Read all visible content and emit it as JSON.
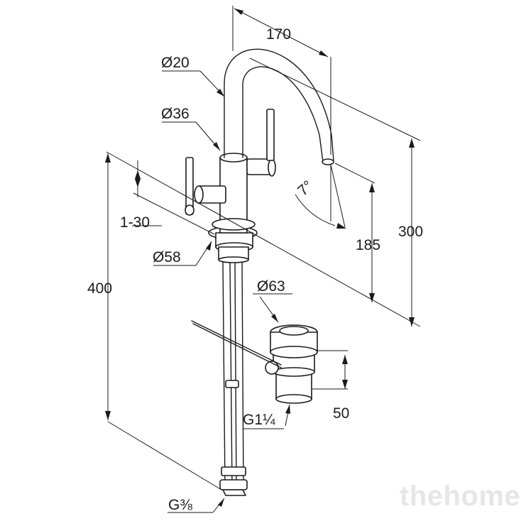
{
  "dimensions": {
    "spout_reach": "170",
    "spout_diameter": "Ø20",
    "body_diameter": "Ø36",
    "countertop_thickness": "1-30",
    "base_diameter": "Ø58",
    "total_height": "400",
    "waste_diameter": "Ø63",
    "outlet_height": "185",
    "spout_height": "300",
    "spout_angle": "7°",
    "waste_height": "50",
    "waste_thread": "G1¼",
    "supply_thread": "G⅜"
  },
  "watermark": "thehome"
}
